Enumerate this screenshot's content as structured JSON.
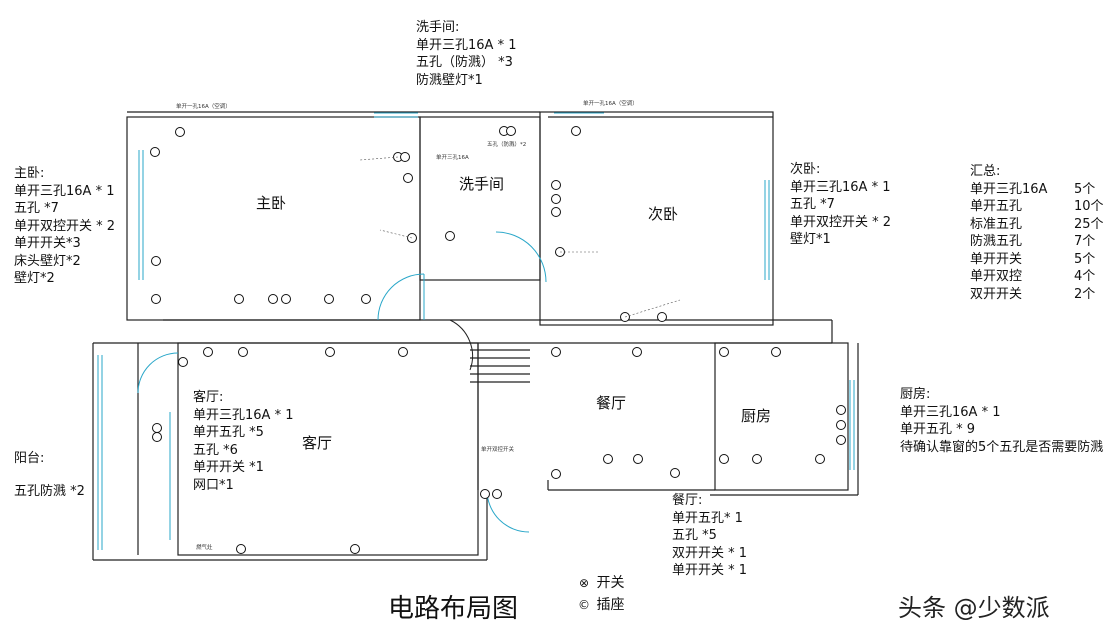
{
  "title": "电路布局图",
  "watermark": "头条 @少数派",
  "legend": [
    {
      "symbol": "⊗",
      "label": "开关"
    },
    {
      "symbol": "©",
      "label": "插座"
    }
  ],
  "rooms": {
    "master": "主卧",
    "bath": "洗手间",
    "second": "次卧",
    "living": "客厅",
    "dining": "餐厅",
    "kitchen": "厨房"
  },
  "notes": {
    "bath": {
      "title": "洗手间:",
      "lines": [
        "单开三孔16A * 1",
        "五孔（防溅） *3",
        "防溅壁灯*1"
      ]
    },
    "master": {
      "title": "主卧:",
      "lines": [
        "单开三孔16A * 1",
        "五孔 *7",
        "单开双控开关 * 2",
        "单开开关*3",
        "床头壁灯*2",
        "壁灯*2"
      ]
    },
    "second": {
      "title": "次卧:",
      "lines": [
        "单开三孔16A * 1",
        "五孔 *7",
        "单开双控开关 * 2",
        "壁灯*1"
      ]
    },
    "summary": {
      "title": "汇总:",
      "rows": [
        {
          "name": "单开三孔16A",
          "count": "5个"
        },
        {
          "name": "单开五孔",
          "count": "10个"
        },
        {
          "name": "标准五孔",
          "count": "25个"
        },
        {
          "name": "防溅五孔",
          "count": "7个"
        },
        {
          "name": "单开开关",
          "count": "5个"
        },
        {
          "name": "单开双控",
          "count": "4个"
        },
        {
          "name": "双开开关",
          "count": "2个"
        }
      ]
    },
    "living": {
      "title": "客厅:",
      "lines": [
        "单开三孔16A * 1",
        "单开五孔 *5",
        "五孔 *6",
        "单开开关 *1",
        "网口*1"
      ]
    },
    "balcony": {
      "title": "阳台:",
      "lines": [
        "五孔防溅 *2"
      ]
    },
    "kitchen": {
      "title": "厨房:",
      "lines": [
        "单开三孔16A * 1",
        "单开五孔 * 9",
        "待确认靠窗的5个五孔是否需要防溅"
      ]
    },
    "dining": {
      "title": "餐厅:",
      "lines": [
        "单开五孔* 1",
        "五孔 *5",
        "双开开关 * 1",
        "单开开关 * 1"
      ]
    }
  },
  "tiny_labels": [
    "单开一孔16A（空调）",
    "单开一孔16A（空调）",
    "五孔（防溅）*2",
    "单开三孔16A",
    "燃气灶",
    "单开双控开关"
  ]
}
